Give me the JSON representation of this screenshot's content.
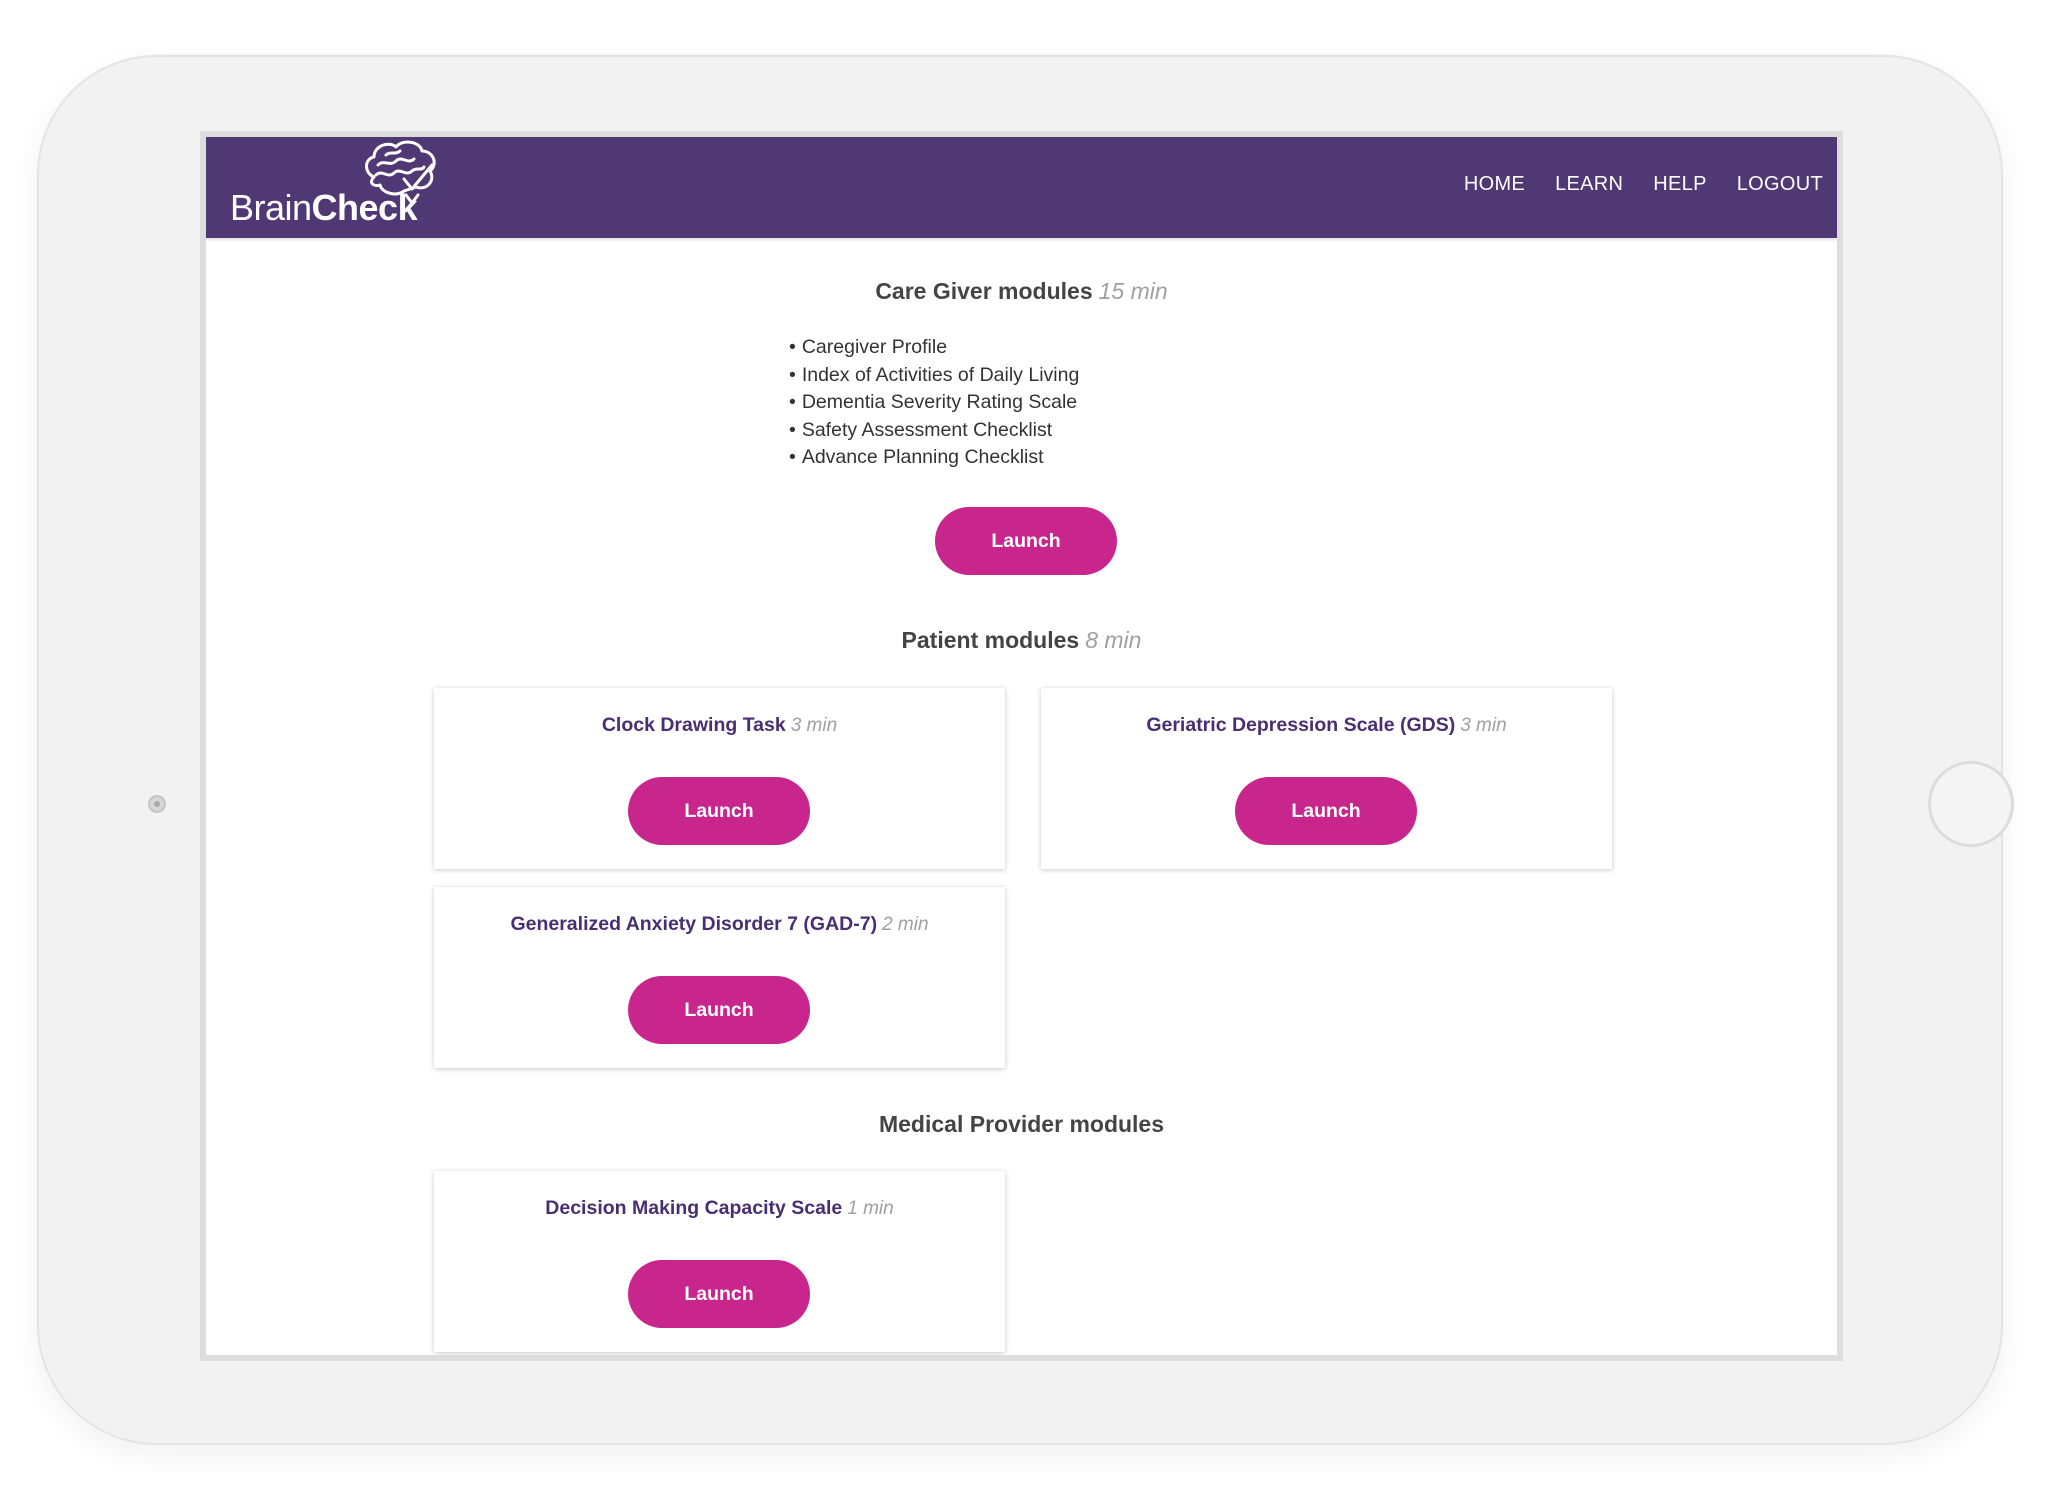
{
  "brand": {
    "name_light": "Brain",
    "name_bold": "Check"
  },
  "nav": {
    "items": [
      "HOME",
      "LEARN",
      "HELP",
      "LOGOUT"
    ]
  },
  "caregiver": {
    "title": "Care Giver modules",
    "duration": "15 min",
    "items": [
      "Caregiver Profile",
      "Index of Activities of Daily Living",
      "Dementia Severity Rating Scale",
      "Safety Assessment Checklist",
      "Advance Planning Checklist"
    ],
    "launch_label": "Launch"
  },
  "patient": {
    "title": "Patient modules",
    "duration": "8 min",
    "cards": [
      {
        "title": "Clock Drawing Task",
        "duration": "3 min",
        "launch_label": "Launch"
      },
      {
        "title": "Geriatric Depression Scale (GDS)",
        "duration": "3 min",
        "launch_label": "Launch"
      },
      {
        "title": "Generalized Anxiety Disorder 7 (GAD-7)",
        "duration": "2 min",
        "launch_label": "Launch"
      }
    ]
  },
  "provider": {
    "title": "Medical Provider modules",
    "cards": [
      {
        "title": "Decision Making Capacity Scale",
        "duration": "1 min",
        "launch_label": "Launch"
      }
    ]
  },
  "colors": {
    "navbar": "#4f3873",
    "accent": "#c8268c",
    "card_title": "#4a2e72",
    "duration": "#a0a0a0"
  }
}
